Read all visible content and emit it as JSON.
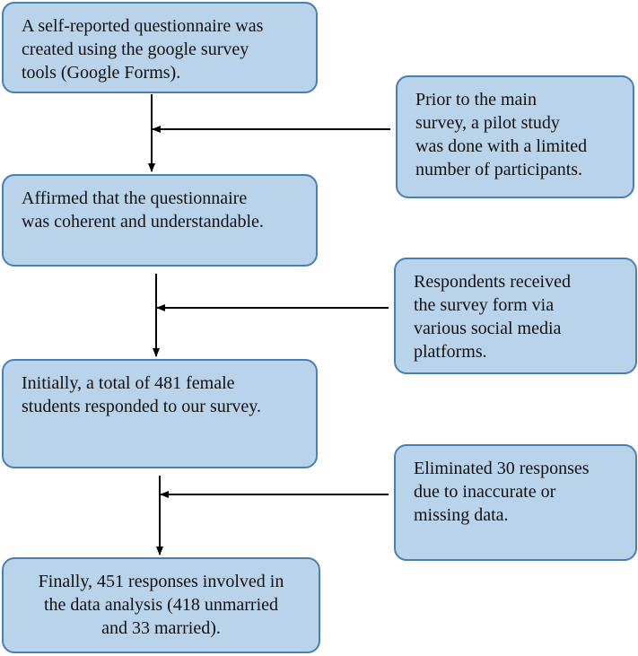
{
  "colors": {
    "box_fill": "#b9d3ea",
    "box_border": "#4a7fb0",
    "arrow": "#000000"
  },
  "main_steps": [
    {
      "id": "step-questionnaire",
      "text": "A self-reported questionnaire was\ncreated using the google survey\ntools (Google Forms)."
    },
    {
      "id": "step-affirmed",
      "text": "Affirmed that the questionnaire\nwas coherent and understandable."
    },
    {
      "id": "step-initial",
      "text": "Initially, a total of 481 female\nstudents responded to our survey."
    },
    {
      "id": "step-final",
      "text": "Finally, 451 responses involved in\nthe data analysis (418 unmarried\nand 33 married)."
    }
  ],
  "side_notes": [
    {
      "id": "note-pilot",
      "text": "Prior to the main\nsurvey, a pilot study\nwas done with a limited\nnumber of participants."
    },
    {
      "id": "note-distribution",
      "text": "Respondents received\nthe survey form via\nvarious social media\nplatforms."
    },
    {
      "id": "note-eliminated",
      "text": "Eliminated 30 responses\ndue to inaccurate or\nmissing data."
    }
  ],
  "connections": [
    {
      "from": "step-questionnaire",
      "to": "step-affirmed",
      "side": "note-pilot"
    },
    {
      "from": "step-affirmed",
      "to": "step-initial",
      "side": "note-distribution"
    },
    {
      "from": "step-initial",
      "to": "step-final",
      "side": "note-eliminated"
    }
  ]
}
